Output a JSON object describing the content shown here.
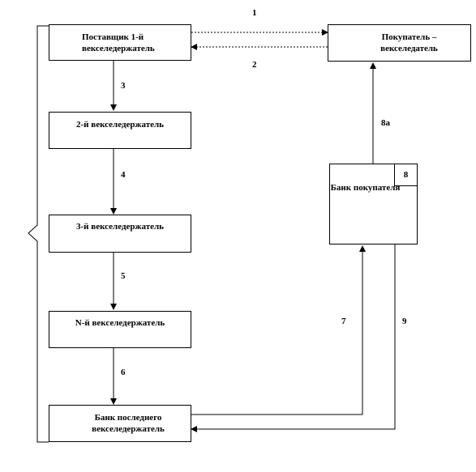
{
  "boxes": {
    "supplier": "Поставщик  1-й векселедержатель",
    "buyer": "Покупатель – векселедатель",
    "holder2": "2-й векселедержатель",
    "holder3": "3-й векселедержатель",
    "holderN": "N-й векселедержатель",
    "bank_last": "Банк последнего векселедержатель",
    "bank_buyer": "Банк покупателя",
    "bank_buyer_tag": "8"
  },
  "arrows": {
    "a1": "1",
    "a2": "2",
    "a3": "3",
    "a4": "4",
    "a5": "5",
    "a6": "6",
    "a7": "7",
    "a8a": "8а",
    "a9": "9"
  }
}
